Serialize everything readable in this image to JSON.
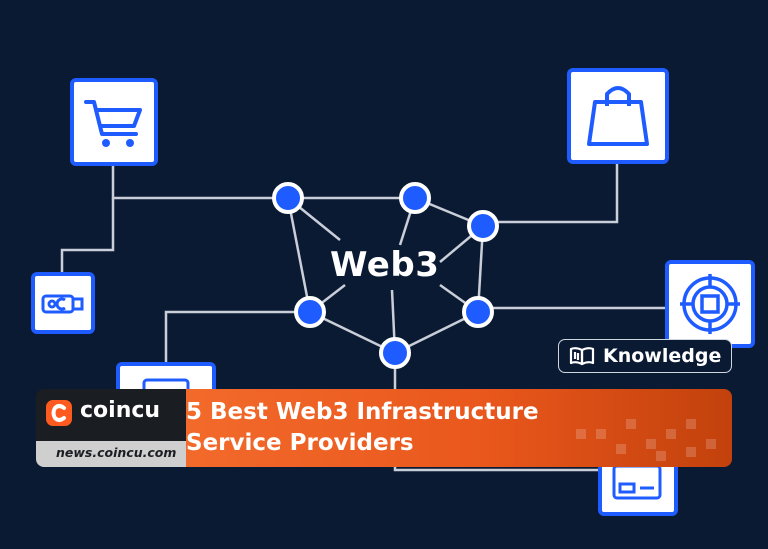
{
  "center_label": "Web3",
  "badge": {
    "label": "Knowledge",
    "icon": "open-book-icon"
  },
  "brand": {
    "name": "coincu",
    "url": "news.coincu.com",
    "logo_icon": "coincu-c-logo-icon"
  },
  "article": {
    "title_line1": "5 Best Web3 Infrastructure",
    "title_line2": "Service Providers"
  },
  "icons": [
    "shopping-cart-icon",
    "shopping-bag-icon",
    "usb-drive-icon",
    "target-crosshair-icon",
    "monitor-icon",
    "credit-card-icon"
  ],
  "colors": {
    "background": "#0b1a33",
    "accent_blue": "#1f5cff",
    "banner_orange": "#f26a2b",
    "brand_dark": "#1a1d22"
  }
}
